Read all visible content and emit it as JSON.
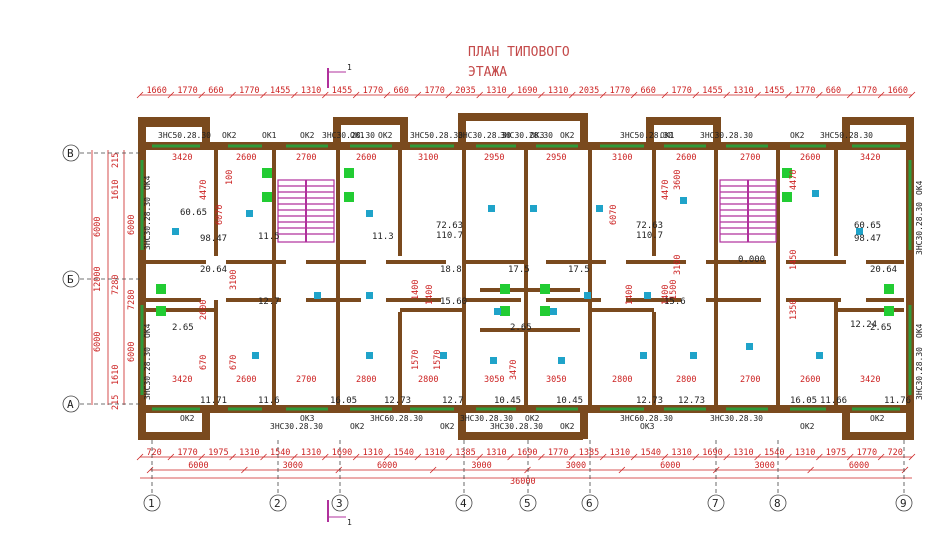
{
  "title": {
    "line1": "ПЛАН  ТИПОВОГО",
    "line2": "ЭТАЖА"
  },
  "section_marks": {
    "top": "1",
    "bottom": "1"
  },
  "top_dims": [
    "1660",
    "1770",
    "660",
    "1770",
    "1455",
    "1310",
    "1455",
    "1770",
    "660",
    "1770",
    "2035",
    "1310",
    "1690",
    "1310",
    "2035",
    "1770",
    "660",
    "1770",
    "1455",
    "1310",
    "1455",
    "1770",
    "660",
    "1770",
    "1660"
  ],
  "bottom_dims_1": [
    "720",
    "1770",
    "1975",
    "1310",
    "1540",
    "1310",
    "1690",
    "1310",
    "1540",
    "1310",
    "1385",
    "1310",
    "1690",
    "1770",
    "1385",
    "1310",
    "1540",
    "1310",
    "1690",
    "1310",
    "1540",
    "1310",
    "1975",
    "1770",
    "720"
  ],
  "bottom_dims_2": [
    "6000",
    "3000",
    "6000",
    "3000",
    "3000",
    "6000",
    "3000",
    "6000"
  ],
  "total_dim": "36000",
  "axes_x": [
    "1",
    "2",
    "3",
    "4",
    "5",
    "6",
    "7",
    "8",
    "9"
  ],
  "axes_y": [
    "В",
    "Б",
    "А"
  ],
  "left_dims_outer": [
    "6000",
    "12000",
    "6000"
  ],
  "left_dims_inner": [
    "215",
    "1610",
    "7280",
    "1610",
    "215"
  ],
  "left_dims_vert": [
    "6000",
    "7280",
    "6000"
  ],
  "window_labels_top": [
    "3НС50.28.30",
    "ОК2",
    "ОК1",
    "ОК2",
    "3НС30.28.30",
    "ОК1",
    "ОК2",
    "3НС50.28.30",
    "3НС30.28.30",
    "3НС30.28.30",
    "ОК3",
    "ОК2",
    "3НС50.28.30",
    "ОК1",
    "3НС30.28.30",
    "ОК2",
    "3НС50.28.30"
  ],
  "window_labels_bottom": [
    "ОК2",
    "3НС30.28.30",
    "ОК3",
    "ОК2",
    "3НС60.28.30",
    "ОК2",
    "3НС30.28.30",
    "3НС30.28.30",
    "ОК2",
    "ОК2",
    "3НС60.28.30",
    "ОК3",
    "3НС30.28.30",
    "ОК2",
    "ОК2"
  ],
  "side_labels": [
    "ОК4",
    "3НС30.28.30",
    "ОК4",
    "3НС30.28.30",
    "ОК4",
    "3НС30.28.30",
    "ОК4",
    "3НС30.28.30"
  ],
  "room_dims": [
    "3420",
    "2600",
    "2700",
    "2600",
    "3100",
    "2950",
    "2950",
    "3100",
    "2600",
    "2700",
    "2600",
    "3420",
    "3420",
    "2600",
    "2700",
    "2800",
    "2800",
    "3050",
    "3050",
    "2800",
    "2800",
    "2700",
    "2600",
    "3420"
  ],
  "inner_dims": [
    "4470",
    "6070",
    "100",
    "3100",
    "2600",
    "1400",
    "1400",
    "1570",
    "3470",
    "1570",
    "6070",
    "4470",
    "3600",
    "4470",
    "1450",
    "1350",
    "3100",
    "1500",
    "1400",
    "1400",
    "670",
    "670"
  ],
  "areas": [
    "60.65",
    "98.47",
    "72.63",
    "110.7",
    "72.63",
    "110.7",
    "60.65",
    "98.47",
    "11.5",
    "11.3",
    "20.64",
    "12.7",
    "2.65",
    "18.8",
    "17.5",
    "17.5",
    "15.60",
    "15.6",
    "2.65",
    "20.64",
    "12.24",
    "2.65",
    "11.71",
    "11.6",
    "16.05",
    "12.73",
    "12.7",
    "10.45",
    "10.45",
    "12.73",
    "12.73",
    "16.05",
    "11.66",
    "11.76",
    "0.000"
  ],
  "colors": {
    "wall": "#7a4a1e",
    "dim": "#cc2222",
    "window": "#2e9a3a",
    "room_tag": "#1fa3c9",
    "stair": "#b0309c",
    "title": "#c44a4a"
  }
}
